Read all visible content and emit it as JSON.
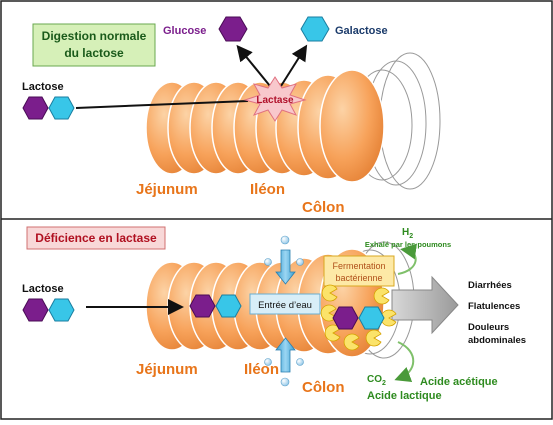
{
  "top": {
    "title_line1": "Digestion normale",
    "title_line2": "du lactose",
    "glucose": "Glucose",
    "galactose": "Galactose",
    "lactose": "Lactose",
    "lactase": "Lactase",
    "jejunum": "Jéjunum",
    "ileon": "Iléon",
    "colon": "Côlon"
  },
  "bottom": {
    "title": "Déficience en lactase",
    "lactose": "Lactose",
    "h2_main": "H",
    "h2_sub": "2",
    "h2_note": "Exhalé par les poumons",
    "fermentation_line1": "Fermentation",
    "fermentation_line2": "bactérienne",
    "water": "Entrée d’eau",
    "jejunum": "Jéjunum",
    "ileon": "Iléon",
    "colon": "Côlon",
    "co2_main": "CO",
    "co2_sub": "2",
    "acetic": "Acide acétique",
    "lactic": "Acide lactique",
    "symptoms": [
      "Diarrhées",
      "Flatulences",
      "Douleurs",
      "abdominales"
    ]
  },
  "colors": {
    "glucose": "#7b1e8c",
    "galactose": "#38c6e8",
    "intestine": "#f7a25a",
    "label_orange": "#e8751a",
    "green_text": "#2e8b1f",
    "title_box": "#d6f0b8",
    "deficit_box": "#f8d8d8"
  }
}
